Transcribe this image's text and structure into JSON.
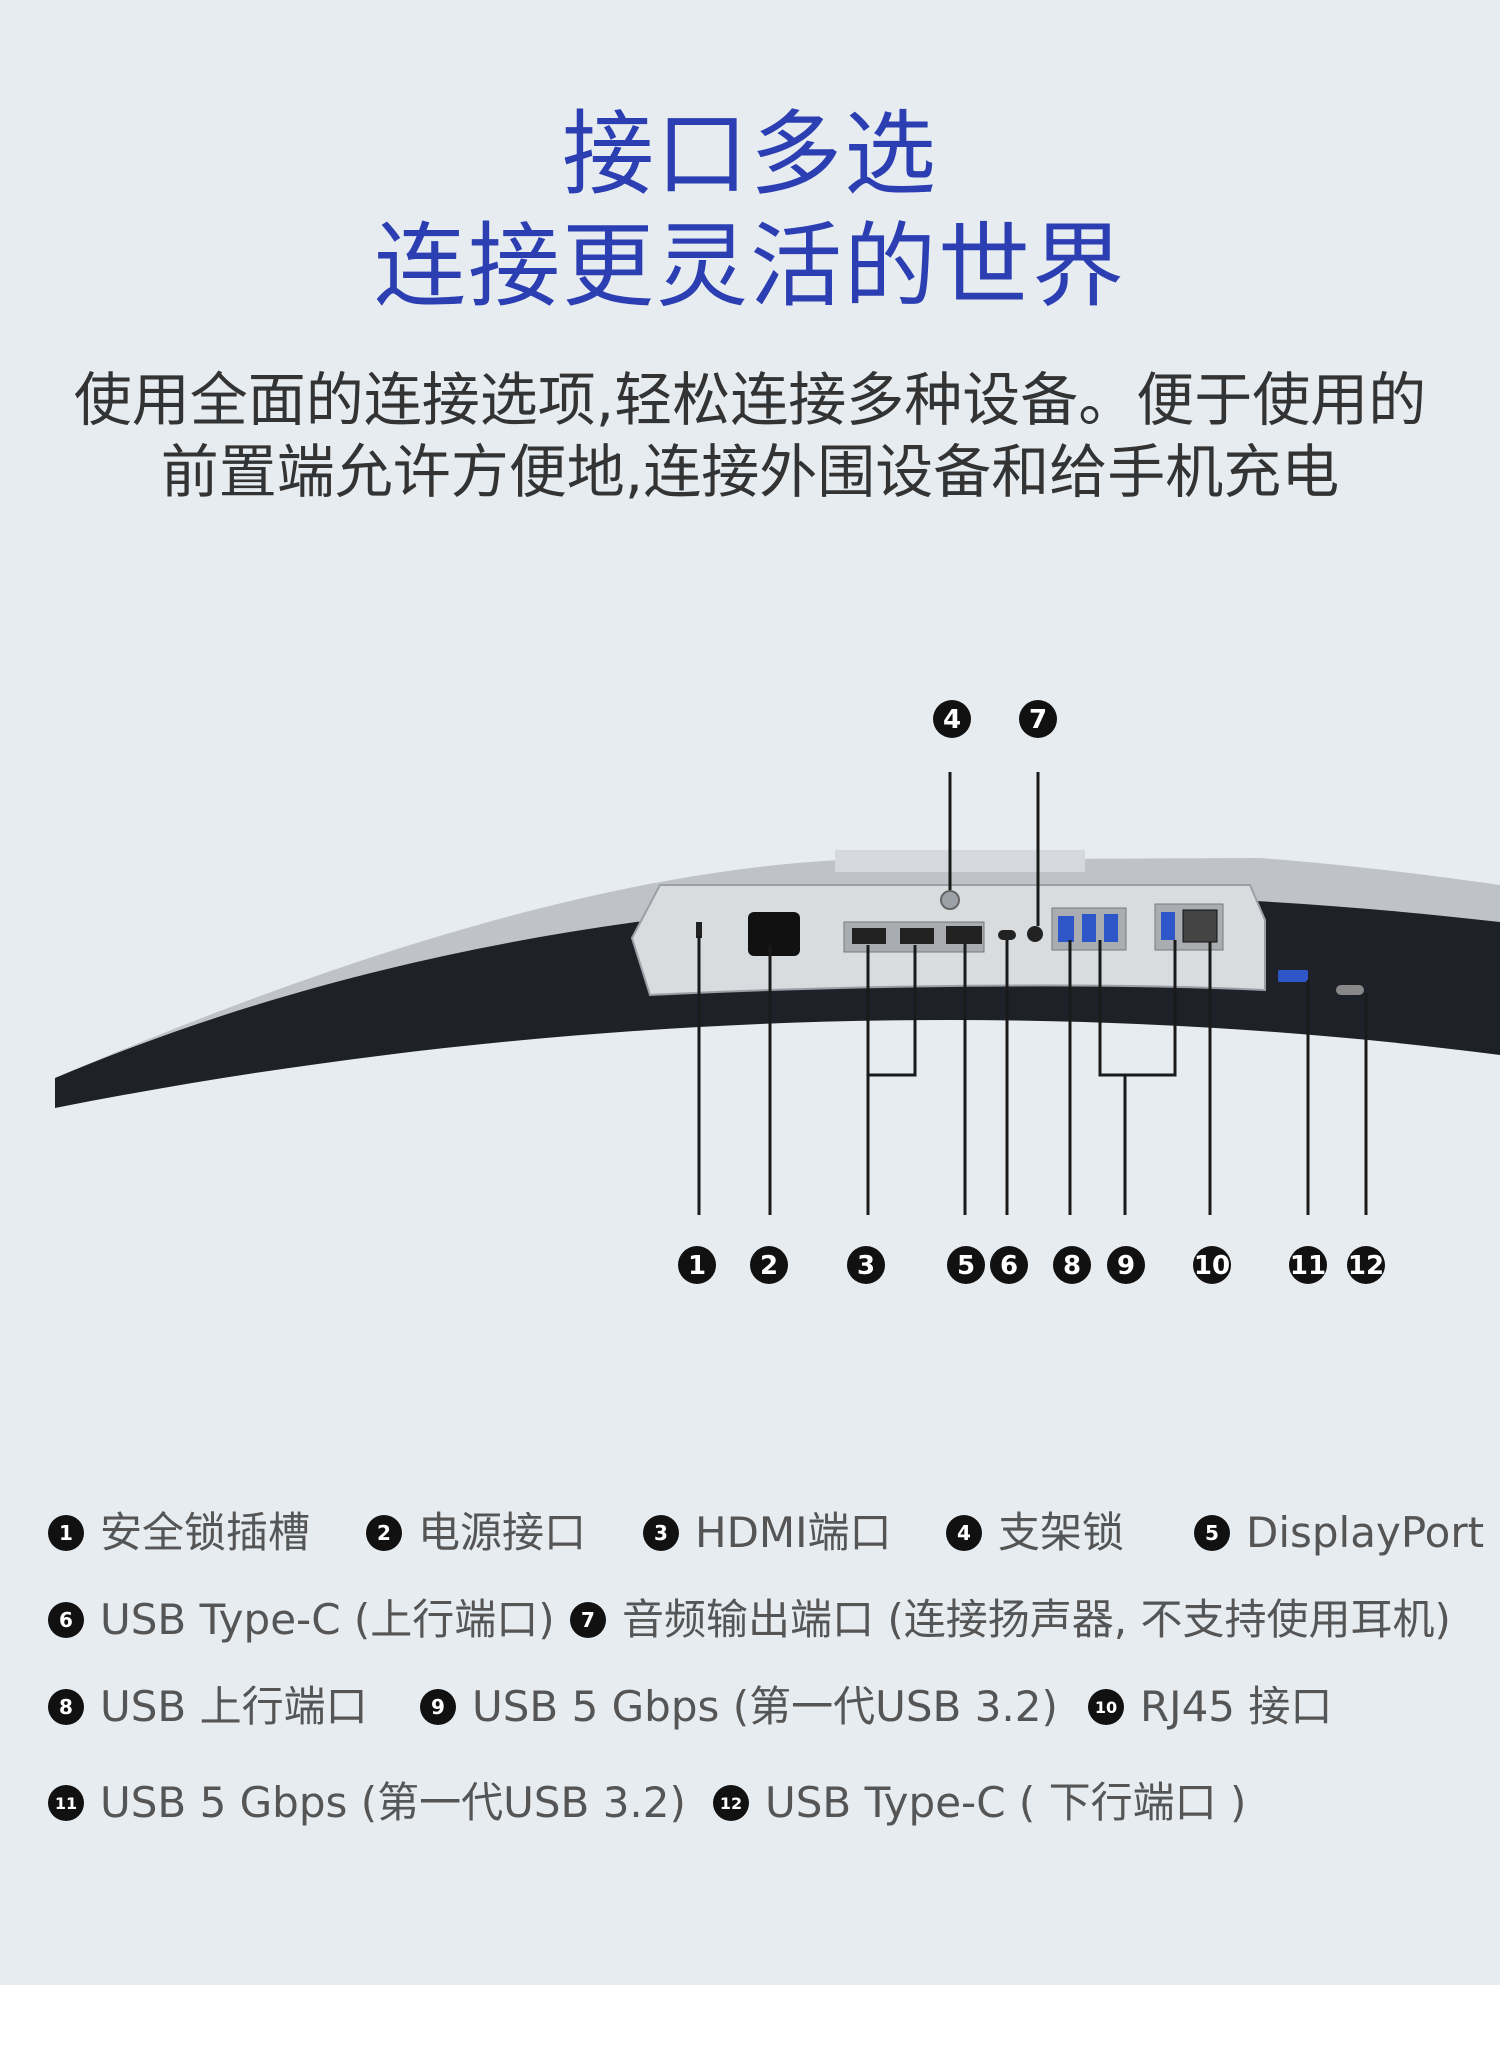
{
  "heading": {
    "line1": "接口多选",
    "line2": "连接更灵活的世界"
  },
  "subheading": {
    "line1": "使用全面的连接选项,轻松连接多种设备。便于使用的",
    "line2": "前置端允许方便地,连接外围设备和给手机充电"
  },
  "diagram": {
    "bottom_labels": [
      "1",
      "2",
      "3",
      "5",
      "6",
      "8",
      "9",
      "10",
      "11",
      "12"
    ],
    "top_labels": [
      "4",
      "7"
    ]
  },
  "legend": [
    {
      "num": "1",
      "text": "安全锁插槽"
    },
    {
      "num": "2",
      "text": "电源接口"
    },
    {
      "num": "3",
      "text": "HDMI端口"
    },
    {
      "num": "4",
      "text": "支架锁"
    },
    {
      "num": "5",
      "text": "DisplayPort"
    },
    {
      "num": "6",
      "text": "USB Type-C (上行端口)"
    },
    {
      "num": "7",
      "text": "音频输出端口 (连接扬声器, 不支持使用耳机)"
    },
    {
      "num": "8",
      "text": "USB 上行端口"
    },
    {
      "num": "9",
      "text": "USB 5 Gbps (第一代USB 3.2)"
    },
    {
      "num": "10",
      "text": "RJ45 接口"
    },
    {
      "num": "11",
      "text": "USB 5 Gbps (第一代USB 3.2)"
    },
    {
      "num": "12",
      "text": "USB Type-C ( 下行端口 )"
    }
  ]
}
